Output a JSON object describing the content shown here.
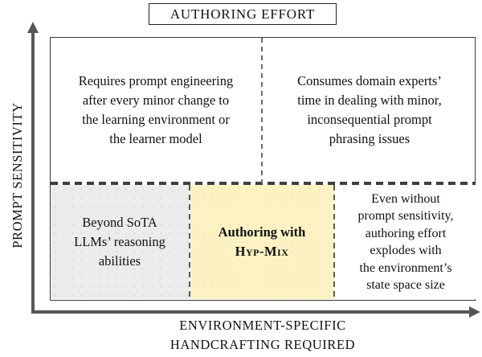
{
  "title": "AUTHORING EFFORT",
  "axes": {
    "y_label": "PROMPT SENSITIVITY",
    "x_label_lines": [
      "ENVIRONMENT-SPECIFIC",
      "HANDCRAFTING REQUIRED"
    ]
  },
  "quadrants": {
    "top_left": {
      "lines": [
        "Requires prompt engineering",
        "after every minor change to",
        "the learning environment or",
        "the learner model"
      ]
    },
    "top_right": {
      "lines": [
        "Consumes domain experts’",
        "time in dealing with minor,",
        "inconsequential prompt",
        "phrasing issues"
      ]
    },
    "bottom_left": {
      "lines": [
        "Beyond SoTA",
        "LLMs’ reasoning",
        "abilities"
      ]
    },
    "bottom_center": {
      "line1": "Authoring with",
      "line2": "Hyp-Mix"
    },
    "bottom_right": {
      "lines": [
        "Even without",
        "prompt sensitivity,",
        "authoring effort",
        "explodes with",
        "the environment’s",
        "state space size"
      ]
    }
  },
  "colors": {
    "gray_cell": "#ececec",
    "yellow_cell": "#fdf2c3",
    "axis": "#565656",
    "border": "#3a3a3a"
  }
}
